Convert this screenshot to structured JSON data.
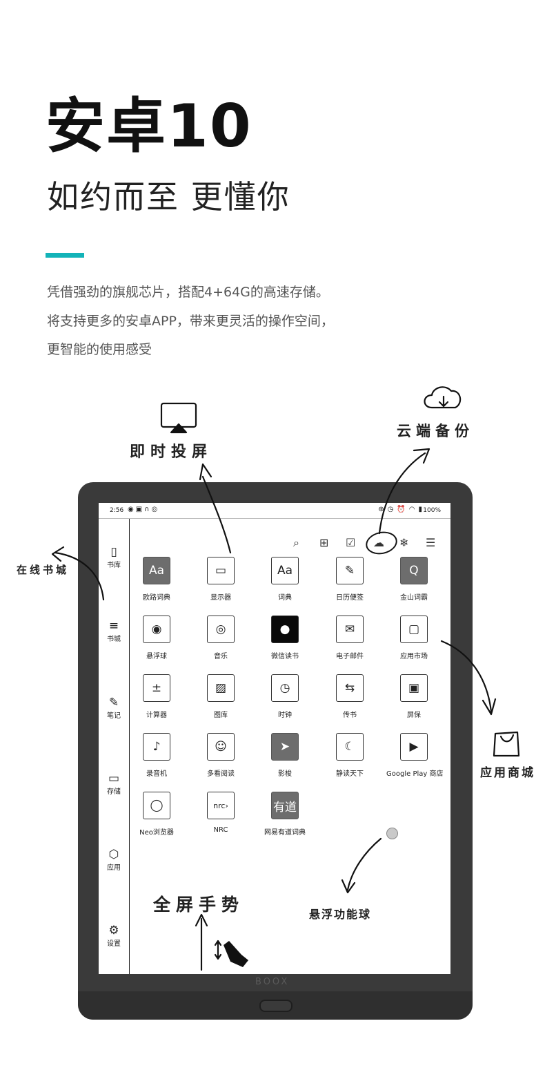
{
  "header": {
    "title": "安卓10",
    "subtitle": "如约而至 更懂你",
    "accent_color": "#13b3b8",
    "description": [
      "凭借强劲的旗舰芯片，搭配4+64G的高速存储。",
      "将支持更多的安卓APP，带来更灵活的操作空间，",
      "更智能的使用感受"
    ]
  },
  "annotations": {
    "screen_cast": "即时投屏",
    "cloud_backup": "云端备份",
    "online_store": "在线书城",
    "app_store": "应用商城",
    "fullscreen_gesture": "全屏手势",
    "floating_ball": "悬浮功能球"
  },
  "device": {
    "brand": "BOOX",
    "status_bar": {
      "time": "2:56",
      "battery": "100%"
    },
    "sidebar": [
      "书库",
      "书城",
      "笔记",
      "存储",
      "应用",
      "设置"
    ],
    "toolbar_icons": [
      "search-icon",
      "add-file-icon",
      "check-file-icon",
      "cloud-download-icon",
      "snowflake-icon",
      "list-icon"
    ],
    "apps": [
      {
        "label": "欧路词典",
        "icon": "Aa",
        "style": "dark"
      },
      {
        "label": "显示器",
        "icon": "▭",
        "style": ""
      },
      {
        "label": "词典",
        "icon": "Aa",
        "style": ""
      },
      {
        "label": "日历便签",
        "icon": "✎",
        "style": ""
      },
      {
        "label": "金山词霸",
        "icon": "Q",
        "style": "dark"
      },
      {
        "label": "悬浮球",
        "icon": "◉",
        "style": ""
      },
      {
        "label": "音乐",
        "icon": "◎",
        "style": ""
      },
      {
        "label": "微信读书",
        "icon": "●",
        "style": "black"
      },
      {
        "label": "电子邮件",
        "icon": "✉",
        "style": ""
      },
      {
        "label": "应用市场",
        "icon": "▢",
        "style": ""
      },
      {
        "label": "计算器",
        "icon": "±",
        "style": ""
      },
      {
        "label": "图库",
        "icon": "▨",
        "style": ""
      },
      {
        "label": "时钟",
        "icon": "◷",
        "style": ""
      },
      {
        "label": "传书",
        "icon": "⇆",
        "style": ""
      },
      {
        "label": "屏保",
        "icon": "▣",
        "style": ""
      },
      {
        "label": "录音机",
        "icon": "♪",
        "style": ""
      },
      {
        "label": "多看阅读",
        "icon": "☺",
        "style": ""
      },
      {
        "label": "影梭",
        "icon": "➤",
        "style": "dark"
      },
      {
        "label": "静读天下",
        "icon": "☾",
        "style": ""
      },
      {
        "label": "Google Play 商店",
        "icon": "▶",
        "style": ""
      },
      {
        "label": "Neo浏览器",
        "icon": "◯",
        "style": ""
      },
      {
        "label": "NRC",
        "icon": "nrc›",
        "style": ""
      },
      {
        "label": "网易有道词典",
        "icon": "有道",
        "style": "dark"
      }
    ]
  }
}
